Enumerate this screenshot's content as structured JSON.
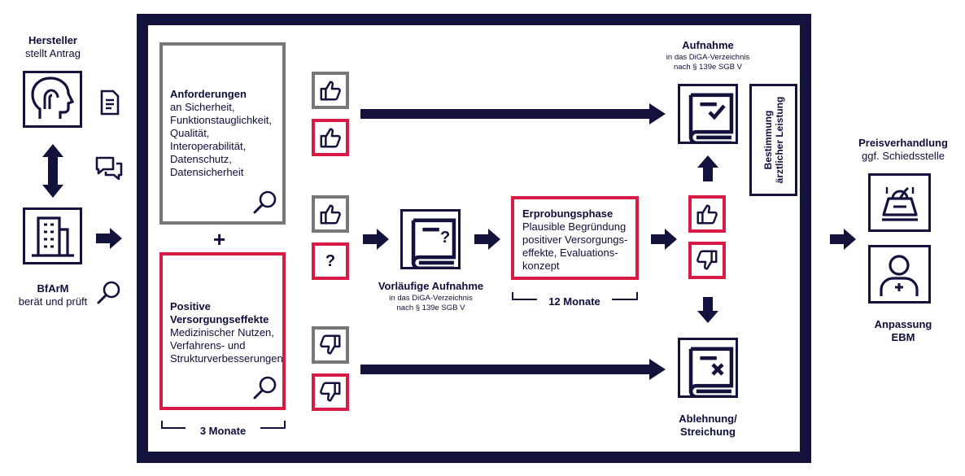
{
  "left": {
    "hersteller_title": "Hersteller",
    "hersteller_sub": "stellt Antrag",
    "bfarm_title": "BfArM",
    "bfarm_sub": "berät und prüft"
  },
  "requirements": {
    "title": "Anforderungen",
    "lines": [
      "an Sicherheit,",
      "Funktionstauglichkeit,",
      "Qualität,",
      "Interoperabilität,",
      "Datenschutz,",
      "Datensicherheit"
    ]
  },
  "plus": "+",
  "effects": {
    "title_line1": "Positive",
    "title_line2": "Versorgungseffekte",
    "lines": [
      "Medizinischer Nutzen,",
      "Verfahrens- und",
      "Strukturverbesserungen"
    ]
  },
  "duration_left": "3 Monate",
  "question_mark": "?",
  "provisional": {
    "title": "Vorläufige Aufnahme",
    "sub1": "in das DiGA-Verzeichnis",
    "sub2": "nach § 139e SGB V"
  },
  "trial": {
    "title": "Erprobungsphase",
    "lines": [
      "Plausible Begründung",
      "positiver Versorgungs-",
      "effekte, Evaluations-",
      "konzept"
    ]
  },
  "duration_trial": "12 Monate",
  "admission": {
    "title": "Aufnahme",
    "sub1": "in das DiGA-Verzeichnis",
    "sub2": "nach § 139e SGB V"
  },
  "determination": {
    "line1": "Bestimmung",
    "line2": "ärztlicher Leistung"
  },
  "rejection": {
    "line1": "Ablehnung/",
    "line2": "Streichung"
  },
  "price": {
    "title": "Preisverhandlung",
    "sub": "ggf. Schiedsstelle"
  },
  "ebm": {
    "line1": "Anpassung",
    "line2": "EBM"
  },
  "colors": {
    "navy": "#12123d",
    "red": "#d81b45",
    "grey": "#777777"
  },
  "icons": [
    "head-profile-icon",
    "document-icon",
    "chat-bubbles-icon",
    "building-icon",
    "magnifier-icon",
    "thumbs-up-icon",
    "thumbs-down-icon",
    "book-question-icon",
    "book-check-icon",
    "book-cross-icon",
    "cash-register-icon",
    "doctor-icon",
    "arrow-icon"
  ]
}
